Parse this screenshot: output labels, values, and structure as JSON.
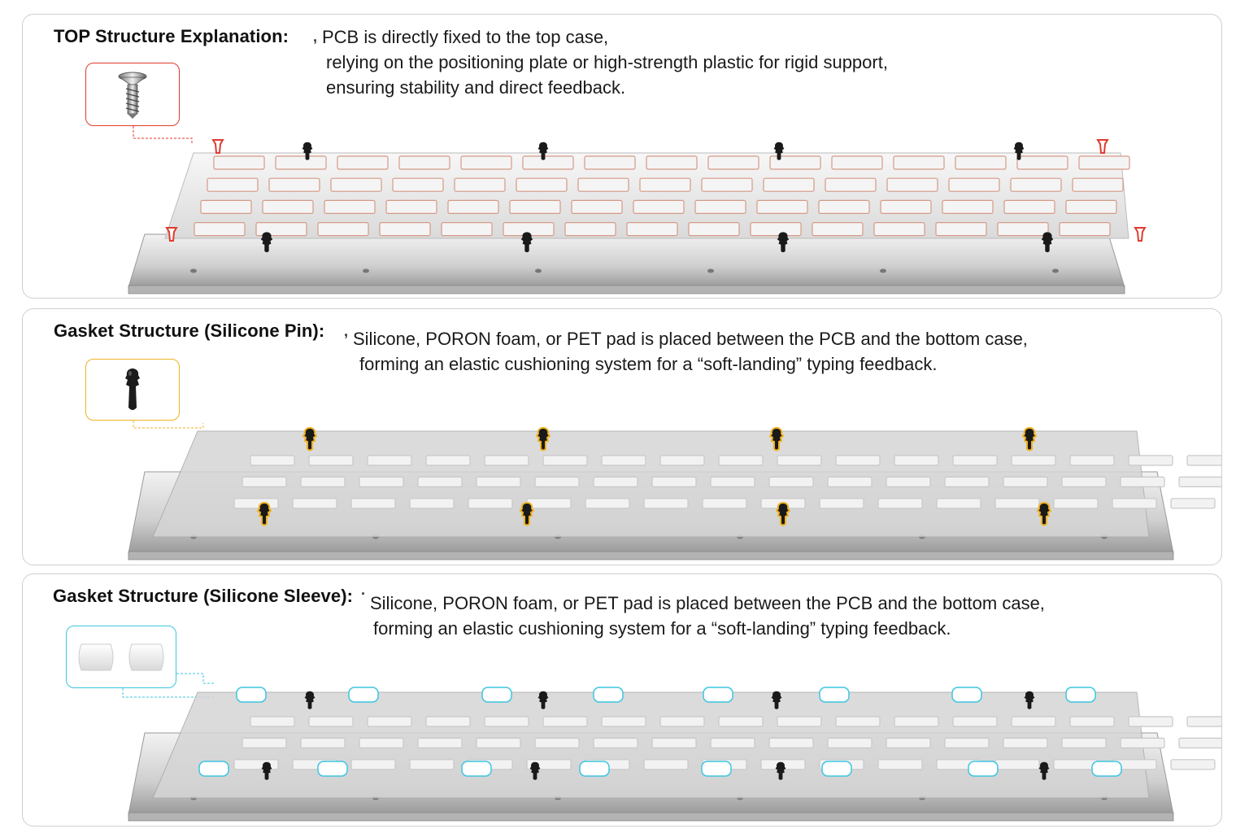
{
  "sections": [
    {
      "title": "TOP Structure Explanation:",
      "lines": [
        "PCB is directly fixed to the top case,",
        "relying on the positioning plate or high-strength plastic for rigid support,",
        "ensuring stability and direct feedback."
      ],
      "callout_icon": "screw-icon",
      "accent": "#e03a2f"
    },
    {
      "title": "Gasket Structure (Silicone Pin):",
      "lines": [
        "Silicone, PORON foam, or PET pad is placed between the PCB and the bottom case,",
        "forming an elastic cushioning system for a “soft-landing” typing feedback."
      ],
      "callout_icon": "silicone-pin-icon",
      "accent": "#f0b323"
    },
    {
      "title": "Gasket Structure (Silicone Sleeve):",
      "lines": [
        "Silicone, PORON foam, or PET pad is placed between the PCB and the bottom case,",
        "forming an elastic cushioning system for a “soft-landing” typing feedback."
      ],
      "callout_icon": "silicone-sleeve-icon",
      "accent": "#3cc6e0"
    }
  ]
}
